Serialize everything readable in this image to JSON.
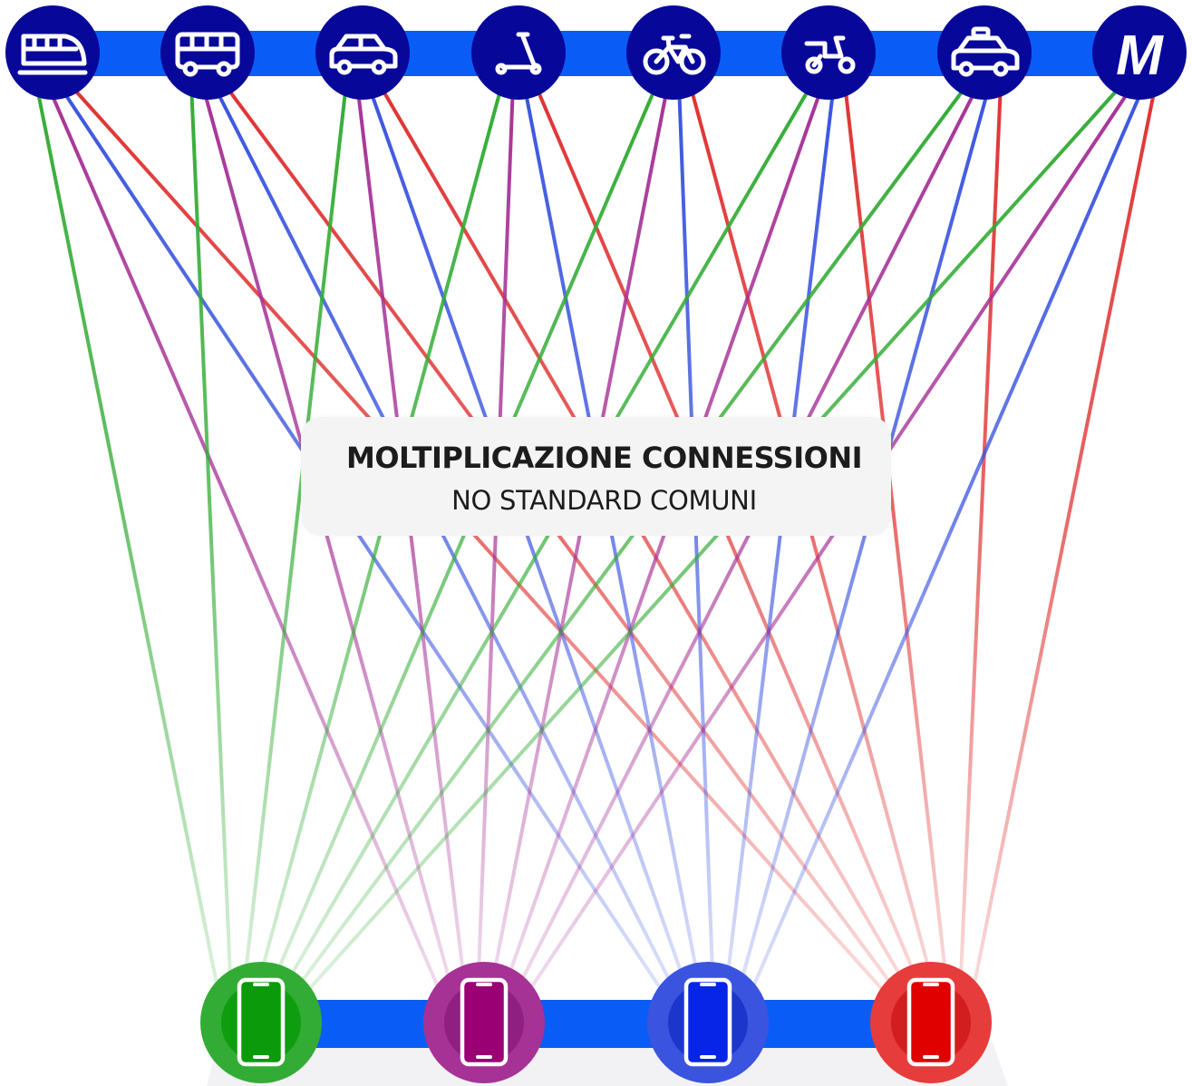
{
  "colors": {
    "rail": "#0a5cf6",
    "mobility_circle": "#07089a",
    "green": "#33ac35",
    "purple": "#a63296",
    "blue": "#3a54e0",
    "red": "#e03232",
    "platform": "#f2f2f4"
  },
  "mobility_services": [
    {
      "id": "train",
      "icon": "train-icon"
    },
    {
      "id": "bus",
      "icon": "bus-icon"
    },
    {
      "id": "car",
      "icon": "car-icon"
    },
    {
      "id": "scooter",
      "icon": "kick-scooter-icon"
    },
    {
      "id": "bike",
      "icon": "bicycle-icon"
    },
    {
      "id": "moped",
      "icon": "moped-icon"
    },
    {
      "id": "taxi",
      "icon": "taxi-icon"
    },
    {
      "id": "metro",
      "icon": "metro-icon",
      "label": "M"
    }
  ],
  "apps": [
    {
      "id": "app-green",
      "color": "#33ac35",
      "inner": "#0e9d0e",
      "screen": "#0a9a0a",
      "icon": "smartphone-icon"
    },
    {
      "id": "app-purple",
      "color": "#a63296",
      "inner": "#8f1f80",
      "screen": "#9a0074",
      "icon": "smartphone-icon"
    },
    {
      "id": "app-blue",
      "color": "#3a54e0",
      "inner": "#1c36cc",
      "screen": "#0725e6",
      "icon": "smartphone-icon"
    },
    {
      "id": "app-red",
      "color": "#e63c3c",
      "inner": "#d21e1e",
      "screen": "#e00000",
      "icon": "smartphone-icon"
    }
  ],
  "connections_note": "every mobility service connects to every app",
  "label": {
    "title": "MOLTIPLICAZIONE CONNESSIONI",
    "subtitle": "NO STANDARD COMUNI"
  }
}
